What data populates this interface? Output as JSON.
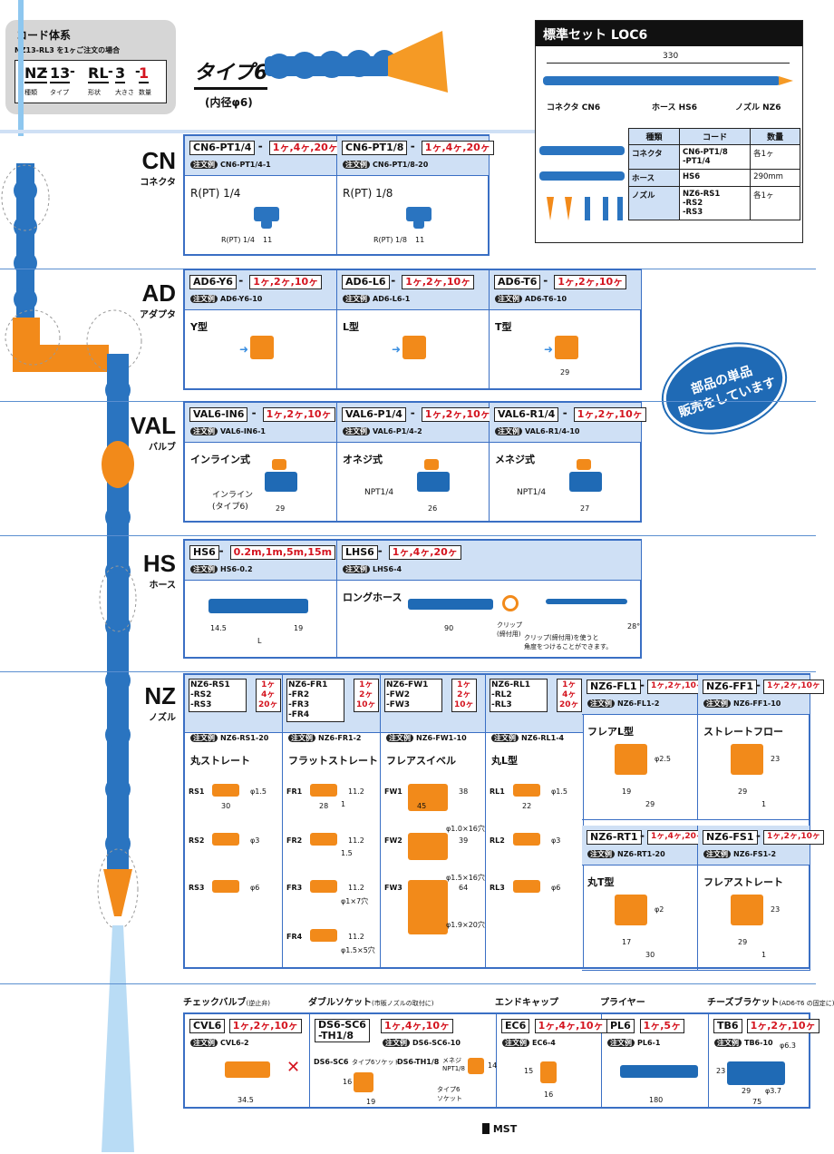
{
  "code_system": {
    "title": "コード体系",
    "note": "NZ13-RL3 を1ヶご注文の場合",
    "parts": [
      {
        "v": "NZ",
        "l": "種類"
      },
      {
        "v": "13",
        "l": "タイプ"
      },
      {
        "v": "RL",
        "l": "形状"
      },
      {
        "v": "3",
        "l": "大きさ"
      },
      {
        "v": "1",
        "l": "数量"
      }
    ],
    "dash": "-"
  },
  "type_title": "タイプ6",
  "type_sub": "(内径φ6)",
  "std_set": {
    "title": "標準セット LOC6",
    "length": "330",
    "labels": [
      "コネクタ CN6",
      "ホース HS6",
      "ノズル NZ6"
    ],
    "table": {
      "headers": [
        "種類",
        "コード",
        "数量"
      ],
      "rows": [
        [
          "コネクタ",
          "CN6-PT1/8\n-PT1/4",
          "各1ヶ"
        ],
        [
          "ホース",
          "HS6",
          "290mm"
        ],
        [
          "ノズル",
          "NZ6-RS1\n-RS2\n-RS3",
          "各1ヶ"
        ]
      ]
    }
  },
  "badge": "部品の単品\n販売をしています",
  "order_label": "注文例",
  "sections": {
    "cn": {
      "code": "CN",
      "sub": "コネクタ",
      "cards": [
        {
          "code": "CN6-PT1/4",
          "qty": "1ヶ,4ヶ,20ヶ",
          "order": "CN6-PT1/4-1",
          "name": "R(PT) 1/4",
          "dim1": "R(PT) 1/4",
          "dim2": "11"
        },
        {
          "code": "CN6-PT1/8",
          "qty": "1ヶ,4ヶ,20ヶ",
          "order": "CN6-PT1/8-20",
          "name": "R(PT) 1/8",
          "dim1": "R(PT) 1/8",
          "dim2": "11"
        }
      ]
    },
    "ad": {
      "code": "AD",
      "sub": "アダプタ",
      "cards": [
        {
          "code": "AD6-Y6",
          "qty": "1ヶ,2ヶ,10ヶ",
          "order": "AD6-Y6-10",
          "name": "Y型"
        },
        {
          "code": "AD6-L6",
          "qty": "1ヶ,2ヶ,10ヶ",
          "order": "AD6-L6-1",
          "name": "L型"
        },
        {
          "code": "AD6-T6",
          "qty": "1ヶ,2ヶ,10ヶ",
          "order": "AD6-T6-10",
          "name": "T型",
          "dim": "29"
        }
      ]
    },
    "val": {
      "code": "VAL",
      "sub": "バルブ",
      "cards": [
        {
          "code": "VAL6-IN6",
          "qty": "1ヶ,2ヶ,10ヶ",
          "order": "VAL6-IN6-1",
          "name": "インライン式",
          "dim": "29",
          "note": "インライン\n(タイプ6)"
        },
        {
          "code": "VAL6-P1/4",
          "qty": "1ヶ,2ヶ,10ヶ",
          "order": "VAL6-P1/4-2",
          "name": "オネジ式",
          "dim": "26",
          "note": "NPT1/4"
        },
        {
          "code": "VAL6-R1/4",
          "qty": "1ヶ,2ヶ,10ヶ",
          "order": "VAL6-R1/4-10",
          "name": "メネジ式",
          "dim": "27",
          "note": "NPT1/4"
        }
      ]
    },
    "hs": {
      "code": "HS",
      "sub": "ホース",
      "cards": [
        {
          "code": "HS6",
          "qty": "0.2m,1m,5m,15m",
          "order": "HS6-0.2",
          "dims": [
            "14.5",
            "19",
            "L"
          ]
        },
        {
          "code": "LHS6",
          "qty": "1ヶ,4ヶ,20ヶ",
          "order": "LHS6-4",
          "name": "ロングホース",
          "dim": "90",
          "clip": "クリップ\n(締付用)",
          "note": "クリップ(締付用)を使うと\n角度をつけることができます。",
          "angle": "28°"
        }
      ]
    },
    "nz": {
      "code": "NZ",
      "sub": "ノズル",
      "cards": [
        {
          "codes": "NZ6-RS1\n-RS2\n-RS3",
          "qtys": "1ヶ\n4ヶ\n20ヶ",
          "order": "NZ6-RS1-20",
          "name": "丸ストレート",
          "items": [
            {
              "id": "RS1",
              "d": "φ1.5",
              "w": "30"
            },
            {
              "id": "RS2",
              "d": "φ3"
            },
            {
              "id": "RS3",
              "d": "φ6"
            }
          ]
        },
        {
          "codes": "NZ6-FR1\n-FR2\n-FR3\n-FR4",
          "qtys": "1ヶ\n2ヶ\n10ヶ",
          "order": "NZ6-FR1-2",
          "name": "フラットストレート",
          "items": [
            {
              "id": "FR1",
              "d": "11.2",
              "w": "28",
              "t": "1"
            },
            {
              "id": "FR2",
              "d": "11.2",
              "t": "1.5"
            },
            {
              "id": "FR3",
              "d": "11.2",
              "t": "φ1×7穴"
            },
            {
              "id": "FR4",
              "d": "11.2",
              "t": "φ1.5×5穴"
            }
          ]
        },
        {
          "codes": "NZ6-FW1\n-FW2\n-FW3",
          "qtys": "1ヶ\n2ヶ\n10ヶ",
          "order": "NZ6-FW1-10",
          "name": "フレアスイベル",
          "items": [
            {
              "id": "FW1",
              "h": "38",
              "w": "45",
              "t": "φ1.0×16穴"
            },
            {
              "id": "FW2",
              "h": "39",
              "t": "φ1.5×16穴"
            },
            {
              "id": "FW3",
              "h": "64",
              "t": "φ1.9×20穴"
            }
          ]
        },
        {
          "codes": "NZ6-RL1\n-RL2\n-RL3",
          "qtys": "1ヶ\n4ヶ\n20ヶ",
          "order": "NZ6-RL1-4",
          "name": "丸L型",
          "items": [
            {
              "id": "RL1",
              "d": "φ1.5",
              "w": "22"
            },
            {
              "id": "RL2",
              "d": "φ3"
            },
            {
              "id": "RL3",
              "d": "φ6"
            }
          ]
        },
        {
          "code": "NZ6-FL1",
          "qty": "1ヶ,2ヶ,10ヶ",
          "order": "NZ6-FL1-2",
          "name": "フレアL型",
          "d": "φ2.5",
          "w1": "19",
          "w2": "29"
        },
        {
          "code": "NZ6-FF1",
          "qty": "1ヶ,2ヶ,10ヶ",
          "order": "NZ6-FF1-10",
          "name": "ストレートフロー",
          "h": "23",
          "w1": "29",
          "w2": "1"
        },
        {
          "code": "NZ6-RT1",
          "qty": "1ヶ,4ヶ,20ヶ",
          "order": "NZ6-RT1-20",
          "name": "丸T型",
          "d": "φ2",
          "w1": "17",
          "w2": "30"
        },
        {
          "code": "NZ6-FS1",
          "qty": "1ヶ,2ヶ,10ヶ",
          "order": "NZ6-FS1-2",
          "name": "フレアストレート",
          "h": "23",
          "w1": "29",
          "w2": "1"
        }
      ]
    }
  },
  "bottom": {
    "cards": [
      {
        "title": "チェックバルブ",
        "title_note": "(逆止弁)",
        "code": "CVL6",
        "qty": "1ヶ,2ヶ,10ヶ",
        "order": "CVL6-2",
        "dim": "34.5",
        "mark": "✕"
      },
      {
        "title": "ダブルソケット",
        "title_note": "(市販ノズルの取付に)",
        "code": "DS6-SC6\n-TH1/8",
        "qty": "1ヶ,4ヶ,10ヶ",
        "order": "DS6-SC6-10",
        "l1": "DS6-SC6",
        "l1n": "タイプ6ソケット",
        "l2": "DS6-TH1/8",
        "l2n": "メネジ\nNPT1/8",
        "l3": "タイプ6\nソケット",
        "d1": "16",
        "d2": "19",
        "d3": "14"
      },
      {
        "title": "エンドキャップ",
        "code": "EC6",
        "qty": "1ヶ,4ヶ,10ヶ",
        "order": "EC6-4",
        "d1": "15",
        "d2": "16"
      },
      {
        "title": "プライヤー",
        "code": "PL6",
        "qty": "1ヶ,5ヶ",
        "order": "PL6-1",
        "dim": "180"
      },
      {
        "title": "チーズブラケット",
        "title_note": "(AD6-T6 の固定に)",
        "code": "TB6",
        "qty": "1ヶ,2ヶ,10ヶ",
        "order": "TB6-10",
        "d": [
          "φ6.3",
          "23",
          "29",
          "φ3.7",
          "75"
        ]
      }
    ]
  },
  "footer": "MST"
}
